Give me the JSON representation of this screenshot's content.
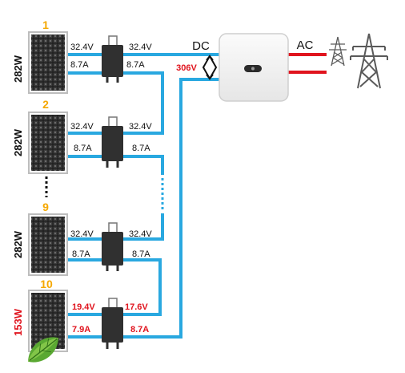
{
  "modules": [
    {
      "number": "1",
      "power": "282W",
      "vin": "32.4V",
      "iin": "8.7A",
      "vout": "32.4V",
      "iout": "8.7A",
      "shaded": false
    },
    {
      "number": "2",
      "power": "282W",
      "vin": "32.4V",
      "iin": "8.7A",
      "vout": "32.4V",
      "iout": "8.7A",
      "shaded": false
    },
    {
      "number": "9",
      "power": "282W",
      "vin": "32.4V",
      "iin": "8.7A",
      "vout": "32.4V",
      "iout": "8.7A",
      "shaded": false
    },
    {
      "number": "10",
      "power": "153W",
      "vin": "19.4V",
      "iin": "7.9A",
      "vout": "17.6V",
      "iout": "8.7A",
      "shaded": true
    }
  ],
  "string_voltage": "306V",
  "labels": {
    "dc": "DC",
    "ac": "AC"
  },
  "colors": {
    "wire": "#29a8e0",
    "ac_wire": "#e0141e",
    "module_number": "#f5a800",
    "alert_text": "#e0141e",
    "normal_text": "#111111"
  },
  "icons": [
    "solar-panel-icon",
    "optimizer-icon",
    "inverter-icon",
    "transmission-tower-icon",
    "leaf-icon"
  ]
}
